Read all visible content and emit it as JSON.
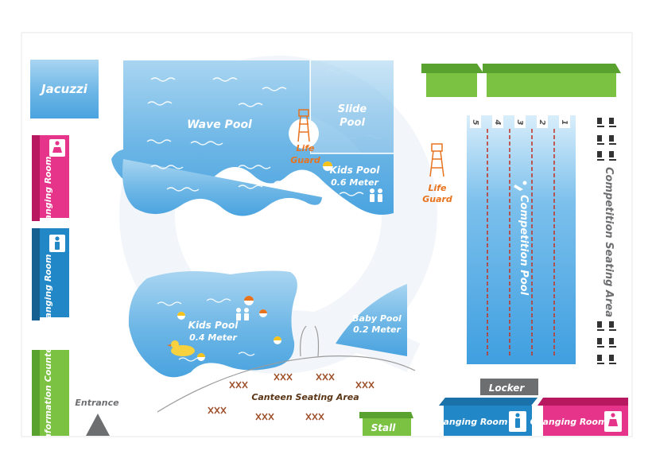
{
  "colors": {
    "water": "#5aaee3",
    "water_light": "#bde0f5",
    "green": "#7cc242",
    "pink": "#e5348a",
    "blue_room": "#2187c7",
    "brown": "#a0522d",
    "grey": "#6d6e70",
    "lane_rope": "#c0392b",
    "life_guard": "#e8731e"
  },
  "areas": {
    "jacuzzi": "Jacuzzi",
    "wave_pool": "Wave Pool",
    "slide_pool": [
      "Slide",
      "Pool"
    ],
    "kids_pool_small": [
      "Kids Pool",
      "0.6 Meter"
    ],
    "kids_pool_large": [
      "Kids Pool",
      "0.4 Meter"
    ],
    "baby_pool": [
      "Baby Pool",
      "0.2 Meter"
    ],
    "competition_pool": "Competition Pool",
    "competition_seating": "Competition Seating Area",
    "canteen": "Canteen Seating Area",
    "entrance": "Entrance",
    "locker": "Locker",
    "stall": "Stall",
    "information_counter": "Information Counter",
    "changing_room_female_left": "Changing Room",
    "changing_room_male_left": "Changing Room",
    "changing_room_male_bottom": "Changing Room",
    "changing_room_female_bottom": "Changing Room"
  },
  "life_guards": [
    [
      "Life",
      "Guard"
    ],
    [
      "Life",
      "Guard"
    ]
  ],
  "lane_numbers": [
    "5",
    "4",
    "3",
    "2",
    "1"
  ],
  "icons": {
    "female": "female-figure-icon",
    "male": "male-figure-icon",
    "chair": "chair-icon",
    "ball": "beach-ball-icon",
    "duck": "rubber-duck-icon",
    "kids": "kids-icon",
    "table": "picnic-table-icon",
    "tower": "lifeguard-tower-icon"
  }
}
